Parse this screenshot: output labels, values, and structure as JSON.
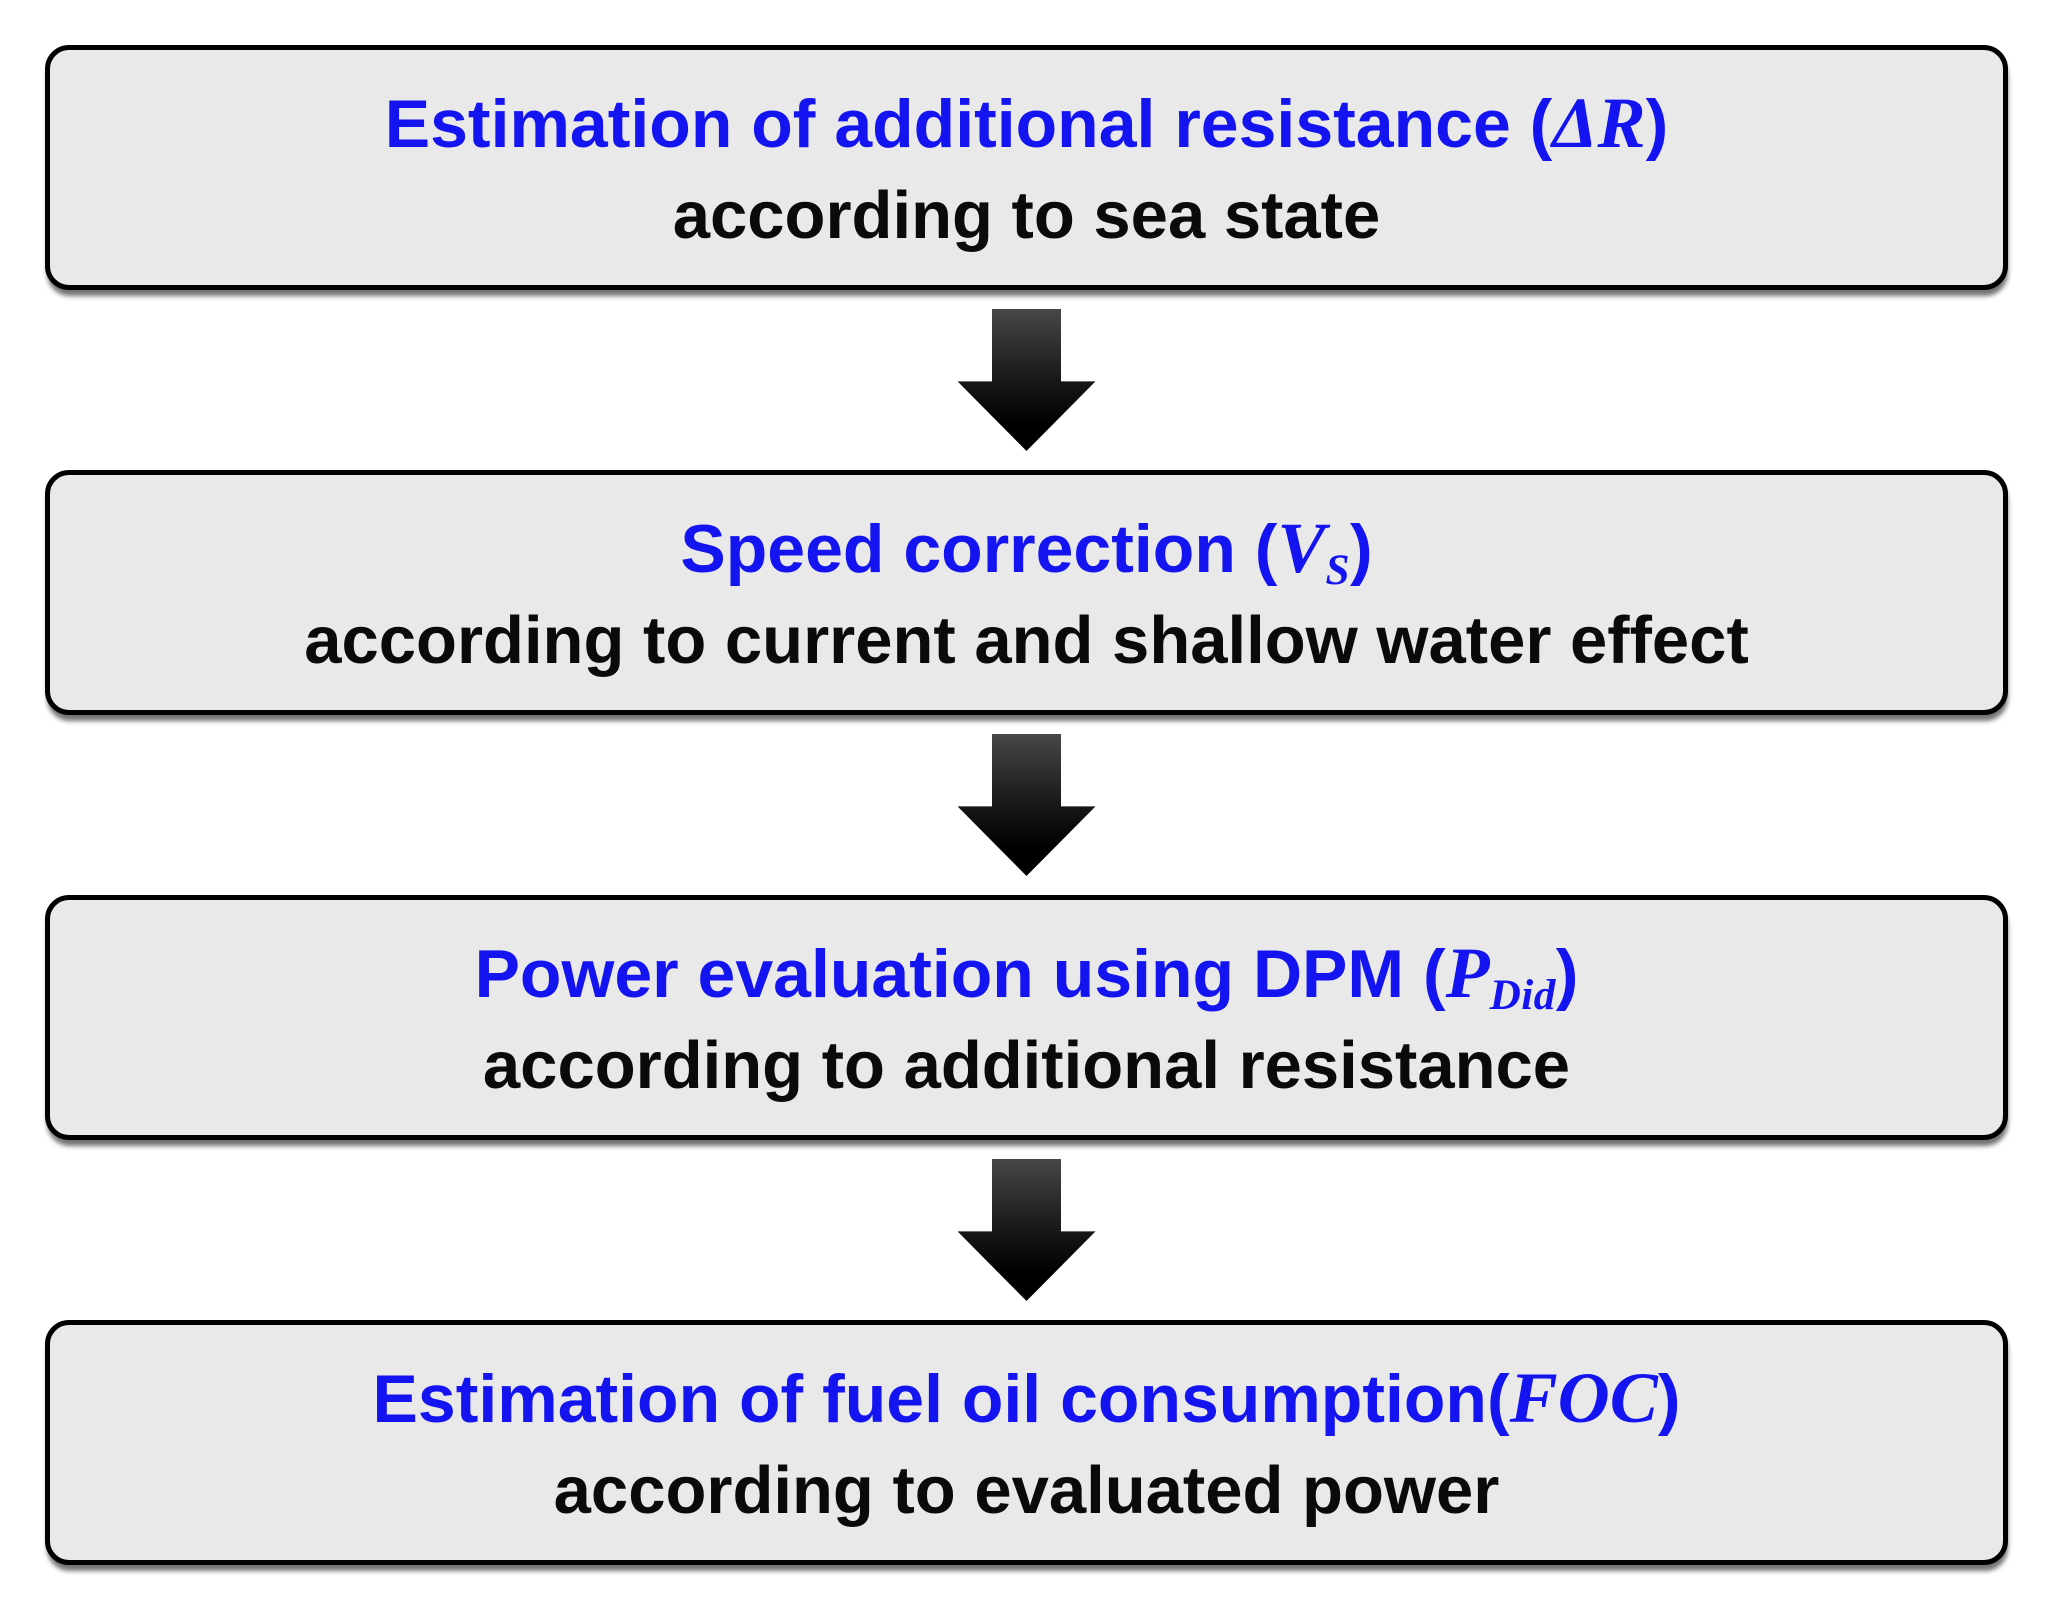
{
  "colors": {
    "canvas_background": "#ffffff",
    "box_fill": "#e9e9e9",
    "box_border": "#000000",
    "title_blue": "#1414f0",
    "subtitle_black": "#0a0a0a",
    "arrow_black": "#000000"
  },
  "flowchart": {
    "connector_icon": "down-arrow",
    "steps": [
      {
        "title_text": "Estimation of additional resistance (",
        "symbol": "ΔR",
        "symbol_sub": "",
        "title_close": ")",
        "subtitle": "according to sea state"
      },
      {
        "title_text": "Speed correction (",
        "symbol": "V",
        "symbol_sub": "S",
        "title_close": ")",
        "subtitle": "according to current and shallow water effect"
      },
      {
        "title_text": "Power evaluation using DPM (",
        "symbol": "P",
        "symbol_sub": "Did",
        "title_close": ")",
        "subtitle": "according to additional resistance"
      },
      {
        "title_text": "Estimation of fuel oil consumption(",
        "symbol": "FOC",
        "symbol_sub": "",
        "title_close": ")",
        "subtitle": "according to evaluated power"
      }
    ]
  }
}
